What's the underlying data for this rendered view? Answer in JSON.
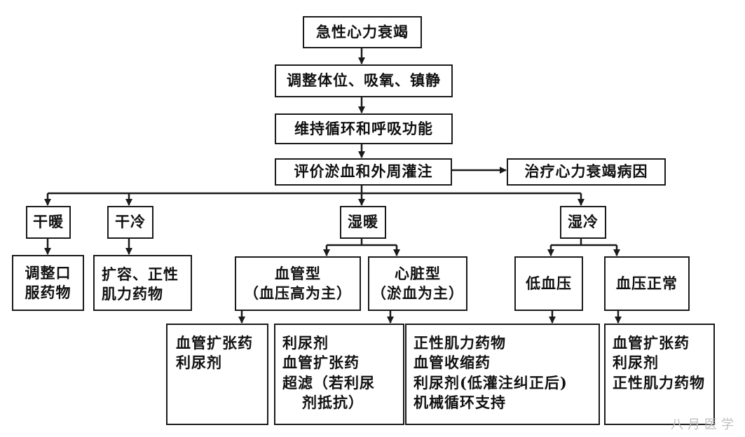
{
  "diagram": {
    "root": "急性心力衰竭",
    "step1": "调整体位、吸氧、镇静",
    "step2": "维持循环和呼吸功能",
    "step3": "评价淤血和外周灌注",
    "cause_treatment": "治疗心力衰竭病因",
    "categories": {
      "dry_warm": "干暖",
      "dry_cold": "干冷",
      "wet_warm": "湿暖",
      "wet_cold": "湿冷"
    },
    "dry_warm_treatment": [
      "调整口",
      "服药物"
    ],
    "dry_cold_treatment": [
      "扩容、正性",
      "肌力药物"
    ],
    "vascular_type": [
      "血管型",
      "（血压高为主）"
    ],
    "cardiac_type": [
      "心脏型",
      "（淤血为主）"
    ],
    "low_bp": "低血压",
    "normal_bp": "血压正常",
    "vascular_treatment": [
      "血管扩张药",
      "利尿剂"
    ],
    "cardiac_treatment": [
      "利尿剂",
      "血管扩张药",
      "超滤（若利尿",
      "剂抵抗）"
    ],
    "low_bp_treatment": [
      "正性肌力药物",
      "血管收缩药",
      "利尿剂(低灌注纠正后)",
      "机械循环支持"
    ],
    "normal_bp_treatment": [
      "血管扩张药",
      "利尿剂",
      "正性肌力药物"
    ]
  },
  "watermark": "八月医学"
}
